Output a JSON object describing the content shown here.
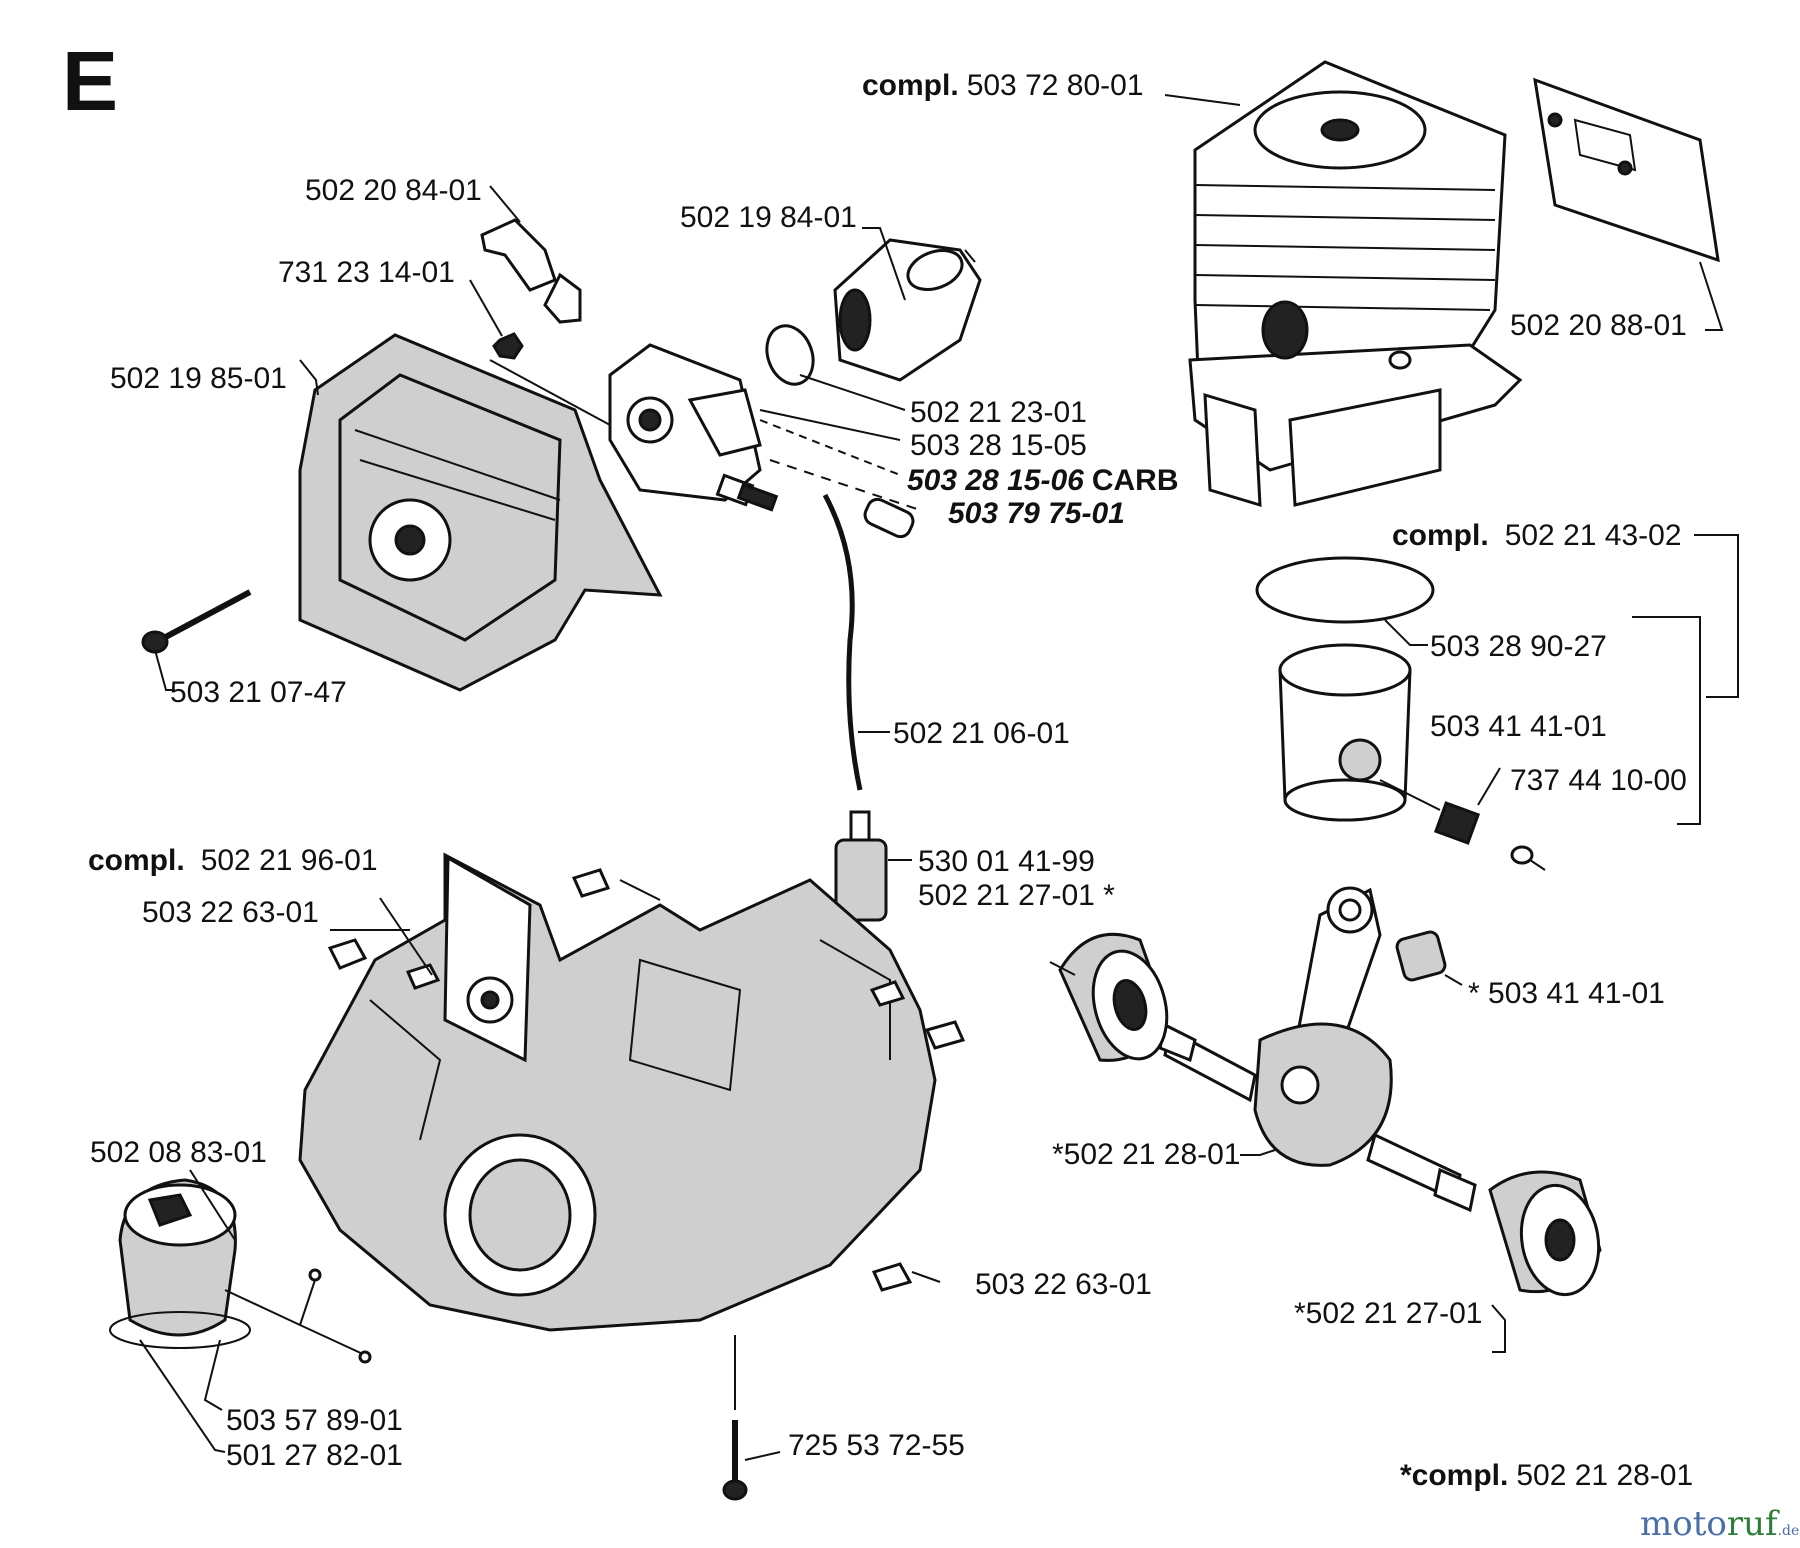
{
  "section_letter": "E",
  "labels": {
    "cylinder_compl": {
      "prefix": "compl.",
      "number": "503 72 80-01"
    },
    "gasket": "502 20 88-01",
    "piston_compl": {
      "prefix": "compl.",
      "number": "502 21 43-02"
    },
    "piston_ring": "503 28 90-27",
    "piston": "503 41 41-01",
    "needle_bearing_piston": "737 44 10-00",
    "crankshaft_bearing": "* 503 41 41-01",
    "crankshaft": "*502 21 28-01",
    "ball_bearing": "*502 21 27-01",
    "crankshaft_compl": {
      "prefix": "*compl.",
      "number": "502 21 28-01"
    },
    "elbow": "502 20 84-01",
    "nut": "731 23 14-01",
    "air_filter_holder": "502 19 85-01",
    "inlet_manifold": "502 19 84-01",
    "carb_gasket": "502 21 23-01",
    "carb_kit": "503 28 15-05",
    "carb": {
      "number": "503 28 15-06",
      "suffix": "CARB"
    },
    "connector": "503 79 75-01",
    "screw_filter": "503 21 07-47",
    "fuel_hose": "502 21 06-01",
    "fuel_filter_1": "530 01 41-99",
    "fuel_filter_2": "502 21 27-01 *",
    "crankcase_compl": {
      "prefix": "compl.",
      "number": "502 21 96-01"
    },
    "clip_top": "503 22 63-01",
    "clip_bottom": "503 22 63-01",
    "fuel_cap": "502 08 83-01",
    "cap_strap": "503 57 89-01",
    "cap_seal": "501 27 82-01",
    "crankcase_screw": "725 53 72-55"
  },
  "watermark": {
    "part1": "moto",
    "part2": "ruf",
    "suffix": ".de"
  }
}
